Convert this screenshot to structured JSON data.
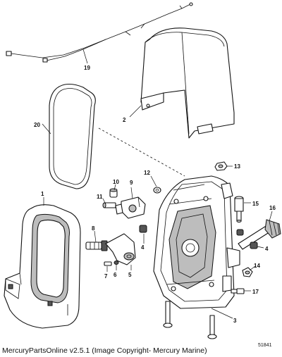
{
  "callouts": {
    "c1": "1",
    "c2": "2",
    "c3": "3",
    "c4a": "4",
    "c4b": "4",
    "c5": "5",
    "c6": "6",
    "c7": "7",
    "c8": "8",
    "c9": "9",
    "c10": "10",
    "c11": "11",
    "c12": "12",
    "c13": "13",
    "c14": "14",
    "c15": "15",
    "c16": "16",
    "c17": "17",
    "c19": "19",
    "c20": "20"
  },
  "footer": {
    "caption": "MercuryPartsOnline v2.5.1 (Image Copyright- Mercury Marine)",
    "figure_number": "51841"
  }
}
